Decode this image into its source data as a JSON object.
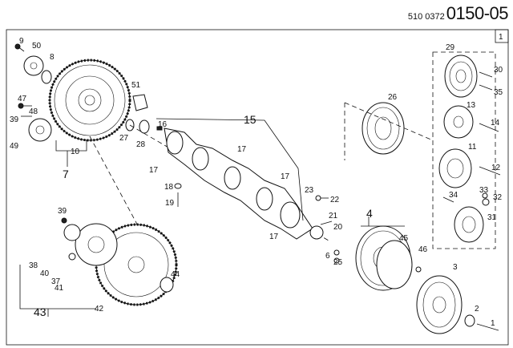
{
  "header": {
    "doc_number": "510 0372",
    "sheet_id": "0150-05"
  },
  "page_box": "1",
  "callouts": {
    "c1": "1",
    "c2": "2",
    "c3": "3",
    "c4": "4",
    "c6": "6",
    "c7": "7",
    "c8": "8",
    "c9": "9",
    "c10": "10",
    "c11": "11",
    "c12": "12",
    "c13": "13",
    "c14": "14",
    "c15": "15",
    "c16": "16",
    "c17a": "17",
    "c17b": "17",
    "c17c": "17",
    "c17d": "17",
    "c18": "18",
    "c19": "19",
    "c20": "20",
    "c21": "21",
    "c22": "22",
    "c23": "23",
    "c25": "25",
    "c26": "26",
    "c27": "27",
    "c28": "28",
    "c29": "29",
    "c30": "30",
    "c31": "31",
    "c32": "32",
    "c33": "33",
    "c34": "34",
    "c35": "35",
    "c37": "37",
    "c38": "38",
    "c39a": "39",
    "c39b": "39",
    "c40": "40",
    "c41": "41",
    "c42": "42",
    "c43": "43",
    "c44": "44",
    "c45": "45",
    "c46": "46",
    "c47": "47",
    "c48": "48",
    "c49": "49",
    "c50": "50",
    "c51": "51"
  }
}
